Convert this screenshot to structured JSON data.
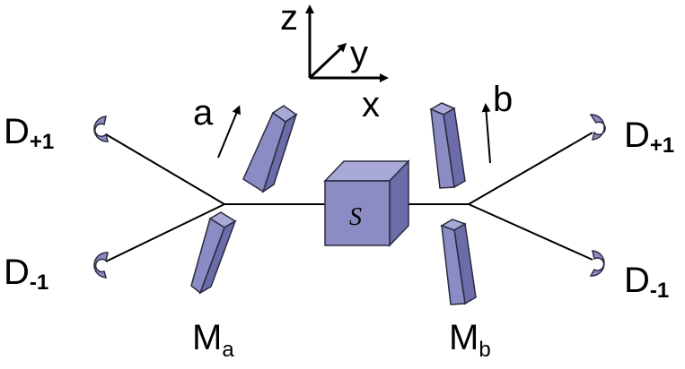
{
  "axes": {
    "z": "z",
    "y": "y",
    "x": "x"
  },
  "source": {
    "label": "S"
  },
  "analyzers": {
    "a": {
      "direction_label": "a",
      "mirror_main": "M",
      "mirror_sub": "a"
    },
    "b": {
      "direction_label": "b",
      "mirror_main": "M",
      "mirror_sub": "b"
    }
  },
  "detectors": {
    "left_top": {
      "main": "D",
      "sub": "+1"
    },
    "left_bottom": {
      "main": "D",
      "sub": "-1"
    },
    "right_top": {
      "main": "D",
      "sub": "+1"
    },
    "right_bottom": {
      "main": "D",
      "sub": "-1"
    }
  },
  "colors": {
    "component_fill": "#8c8cc4",
    "component_top": "#a9a9d8",
    "component_side": "#6c6ca8",
    "outline": "#2a2a40",
    "line": "#000000"
  }
}
